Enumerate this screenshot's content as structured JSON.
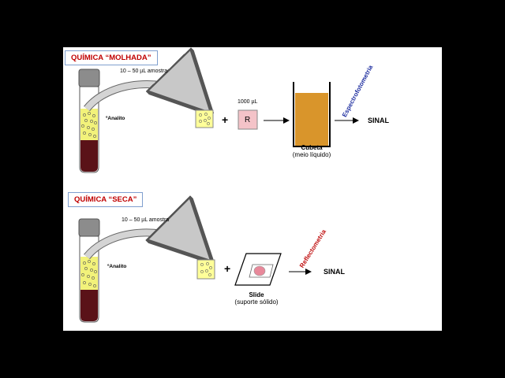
{
  "wet": {
    "title": "QUÍMICA “MOLHADA”",
    "sample_label": "10 – 50 µL amostra",
    "analyte_label": "Analito",
    "reagent_volume": "1000 µL",
    "reagent_letter": "R",
    "plus": "+",
    "method": "Espectrofotometria",
    "output": "SINAL",
    "container_name": "Cubeta",
    "container_desc": "(meio líquido)"
  },
  "dry": {
    "title": "QUÍMICA “SECA”",
    "sample_label": "10 – 50 µL amostra",
    "analyte_label": "Analito",
    "plus": "+",
    "method": "Reflectometria",
    "output": "SINAL",
    "container_name": "Slide",
    "container_desc": "(suporte sólido)"
  },
  "colors": {
    "title_text": "#c00000",
    "method_wet": "#1f2fa0",
    "method_dry": "#c01010",
    "plasma": "#f2f27a",
    "blood": "#5a1218",
    "cuvette_liquid": "#d9952b",
    "reagent_box": "#f4c3c8"
  }
}
